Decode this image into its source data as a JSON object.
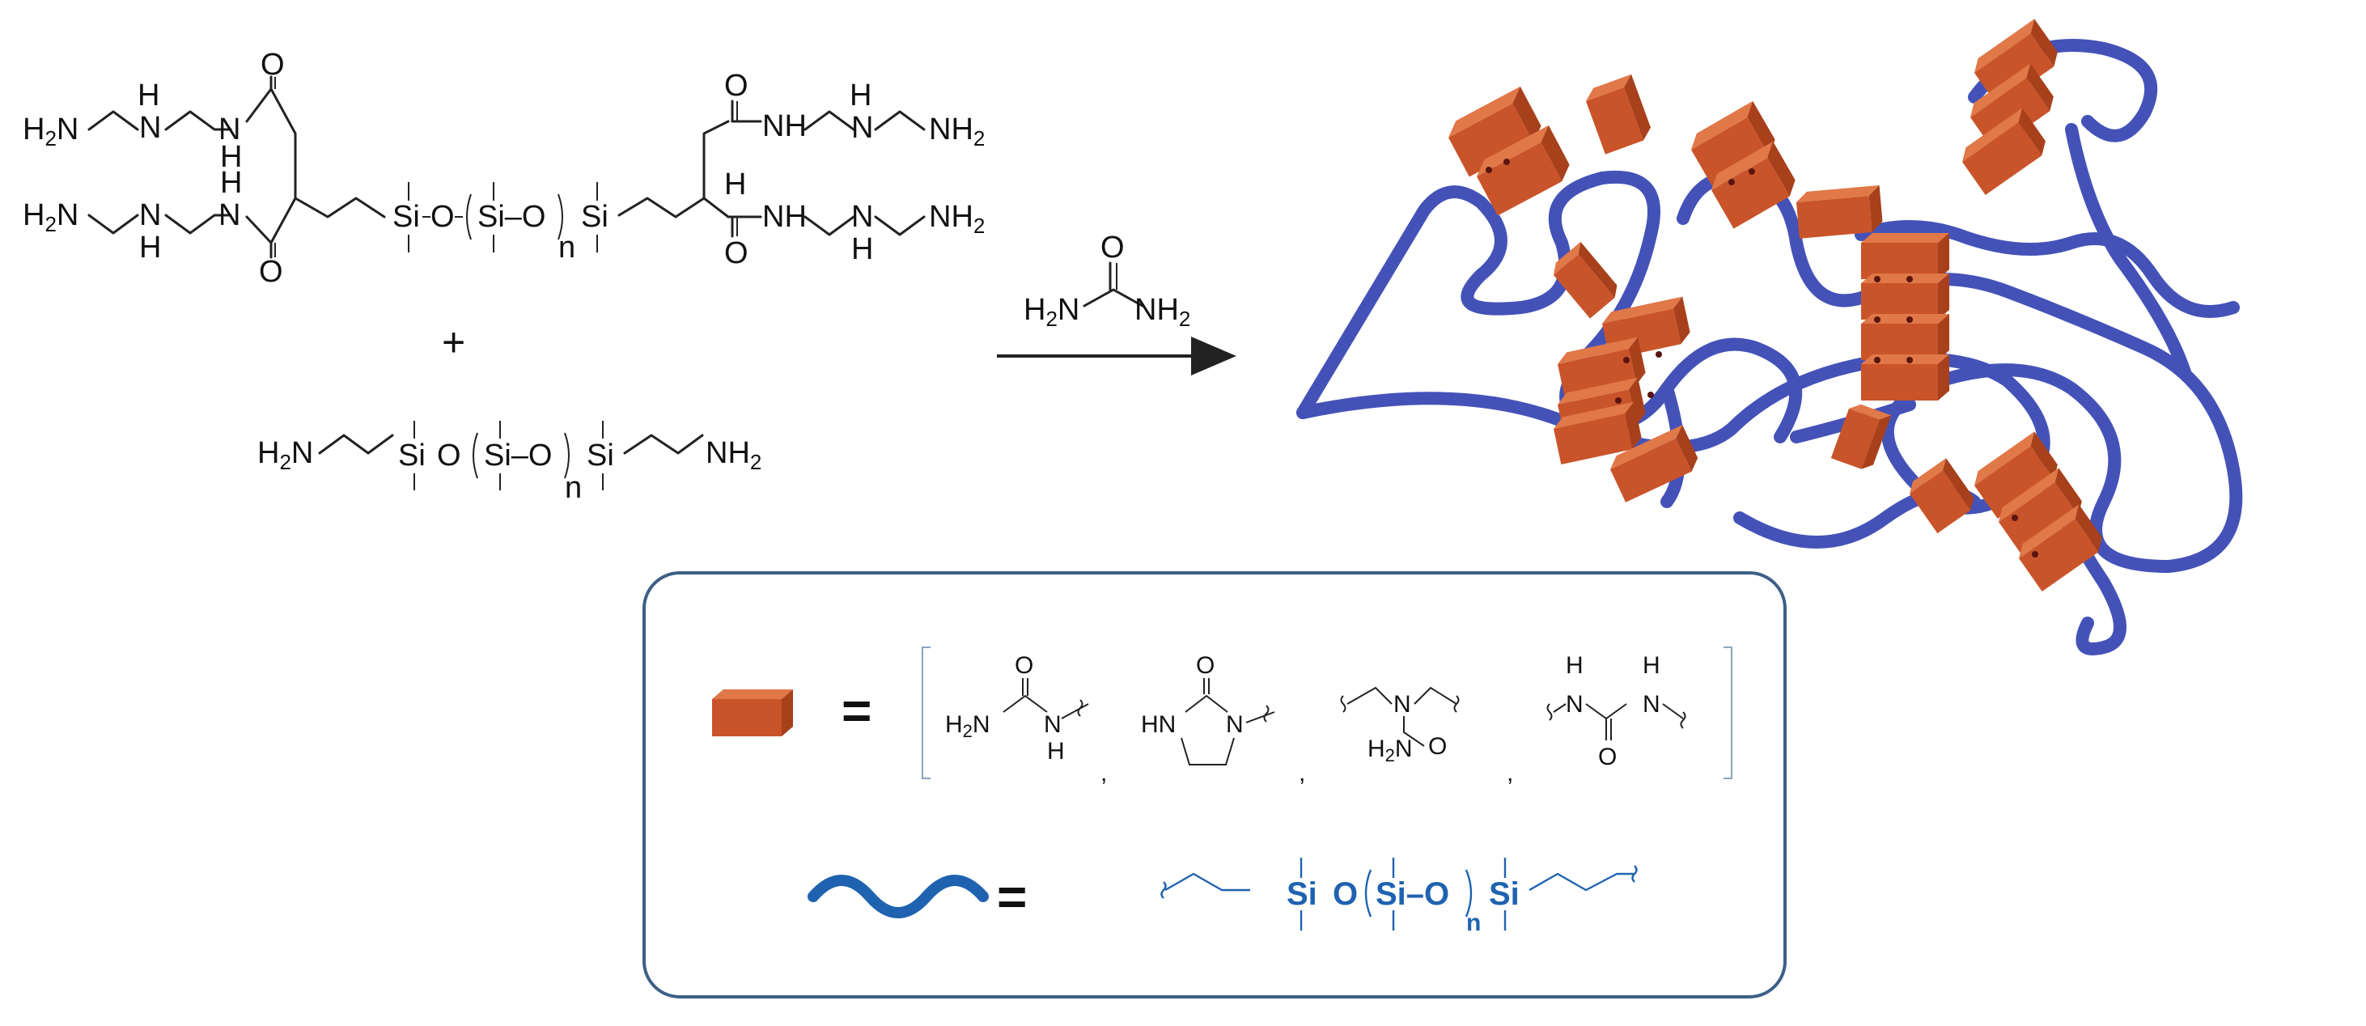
{
  "labels": {
    "h2n": "H",
    "two": "2",
    "n": "N",
    "h": "H",
    "o": "O",
    "nh": "NH",
    "hn": "HN",
    "si": "Si",
    "si_o": "Si–O",
    "n_sub": "n",
    "plus": "+",
    "comma": ",",
    "equals": "="
  },
  "colors": {
    "polymer_chain": "#4452b8",
    "hard_segment": "#c9542a",
    "legend_wave": "#1f63b0",
    "legend_border": "#3d5f86",
    "text": "#111111"
  },
  "icons": [
    "hard-segment-block-icon",
    "polymer-wave-icon",
    "reaction-arrow-icon"
  ]
}
